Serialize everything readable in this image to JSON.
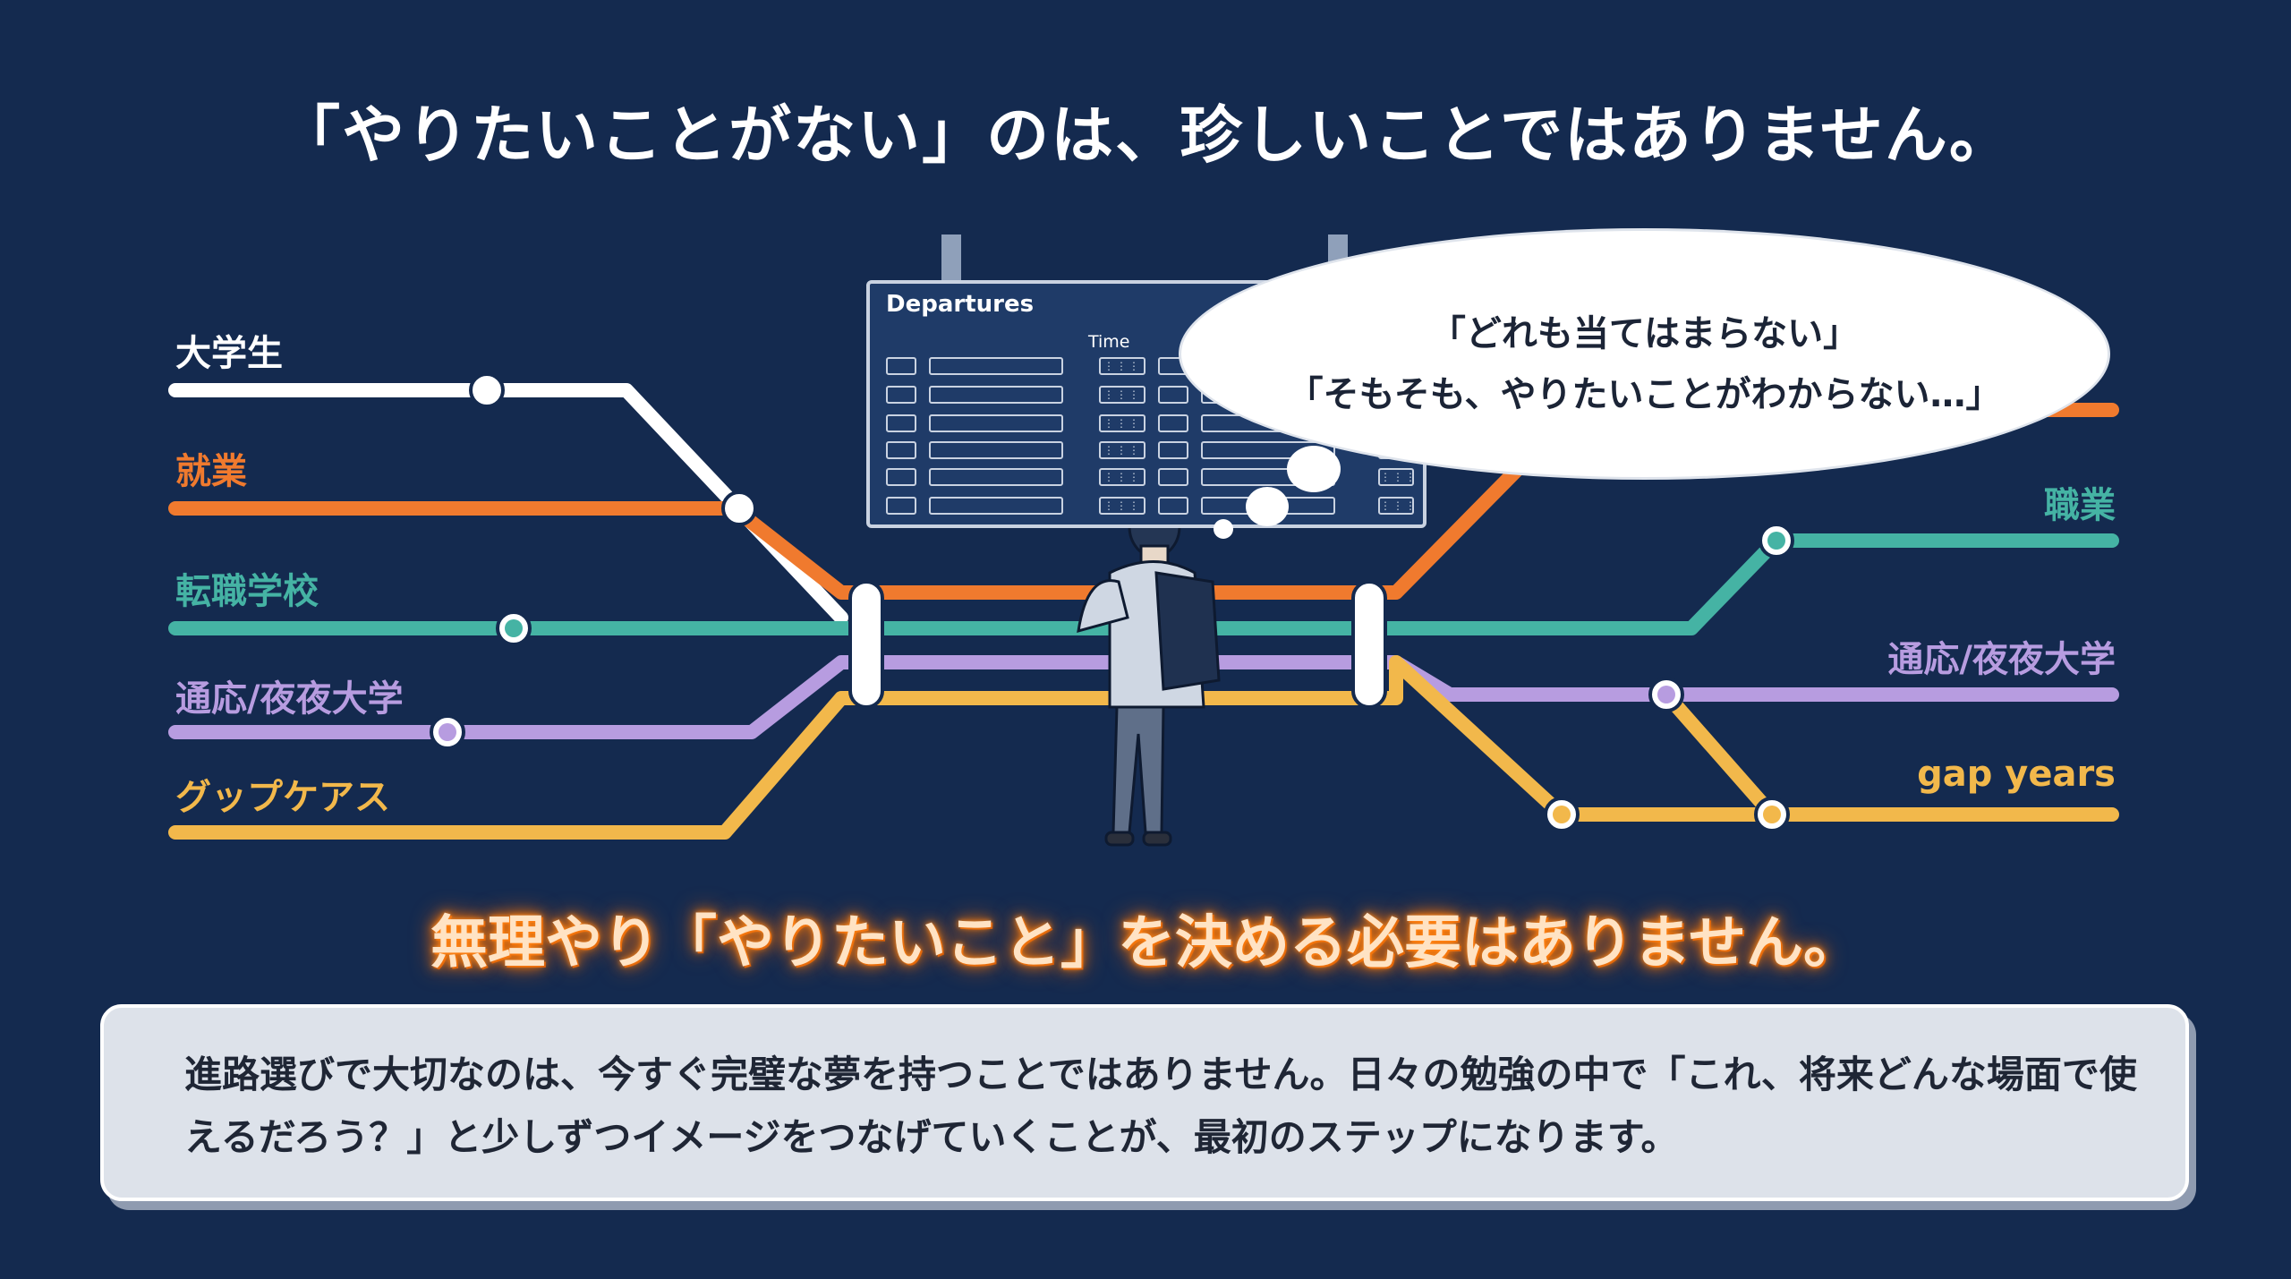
{
  "title": "「やりたいことがない」のは、珍しいことではありません。",
  "left_labels": [
    {
      "text": "大学生",
      "color": "#ffffff"
    },
    {
      "text": "就業",
      "color": "#f07a2e"
    },
    {
      "text": "転職学校",
      "color": "#45b3a4"
    },
    {
      "text": "通応/夜夜大学",
      "color": "#b79ce0"
    },
    {
      "text": "グップケアス",
      "color": "#f2b84b"
    }
  ],
  "right_labels": [
    {
      "text": "職業",
      "color": "#45b3a4"
    },
    {
      "text": "通応/夜夜大学",
      "color": "#b79ce0"
    },
    {
      "text": "gap years",
      "color": "#f2b84b"
    }
  ],
  "board": {
    "title": "Departures",
    "time_label": "Time"
  },
  "bubble": {
    "line1": "「どれも当てはまらない」",
    "line2": "「そもそも、やりたいことがわからない…」"
  },
  "headline": "無理やり「やりたいこと」を決める必要はありません。",
  "info": {
    "text": "進路選びで大切なのは、今すぐ完璧な夢を持つことではありません。日々の勉強の中で「これ、将来どんな場面で使えるだろう？」と少しずつイメージをつなげていくことが、最初のステップになります。"
  },
  "colors": {
    "background": "#142a4f",
    "white_line": "#ffffff",
    "orange_line": "#f07a2e",
    "teal_line": "#45b3a4",
    "purple_line": "#b79ce0",
    "yellow_line": "#f2b84b",
    "headline_glow": "#ff7a00"
  },
  "icons": [
    "person-with-backpack-illustration",
    "departure-board",
    "speech-bubble"
  ]
}
